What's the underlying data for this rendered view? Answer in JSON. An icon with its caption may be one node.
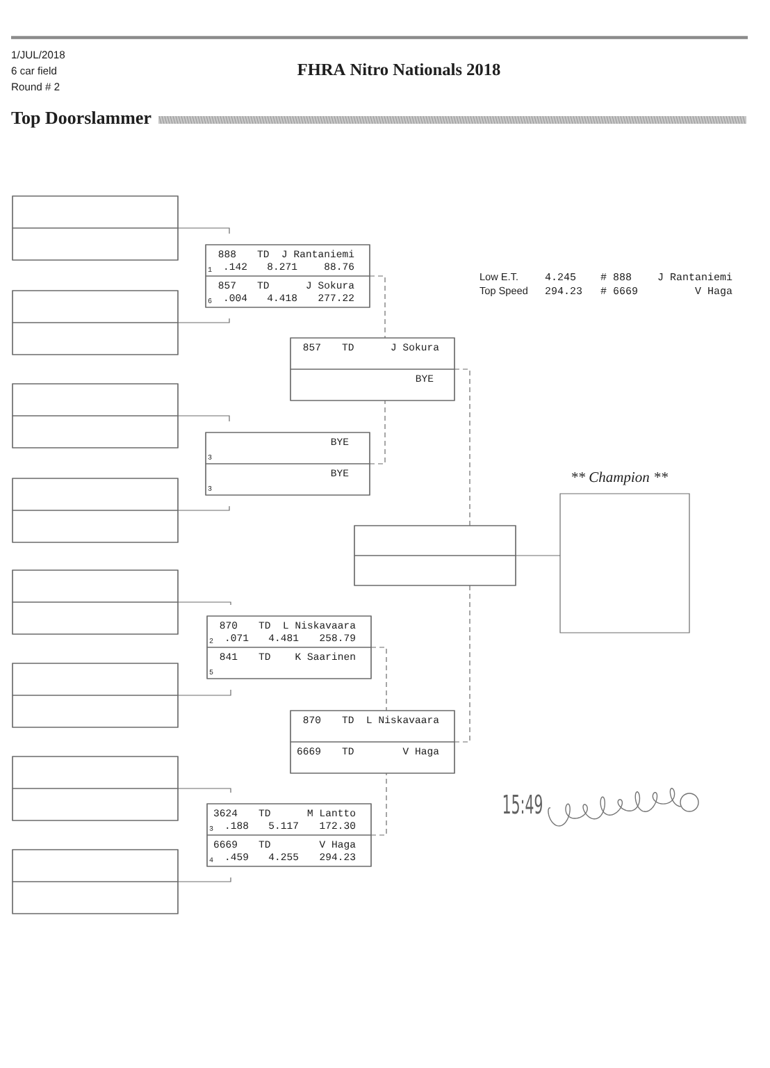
{
  "diagram": {
    "title": "FHRA Nitro Nationals 2018",
    "nodes": [
      {
        "text": [],
        "shape": "box"
      },
      {
        "text": [],
        "shape": "box",
        "in": 0
      },
      {
        "text": [],
        "shape": "box",
        "in": 0
      },
      {
        "text": [],
        "shape": "box"
      },
      {
        "text": [],
        "shape": "box",
        "in": 3
      },
      {
        "text": [],
        "shape": "box",
        "in": 3
      },
      {
        "text": [],
        "shape": "box"
      },
      {
        "text": [],
        "shape": "box",
        "in": 6
      },
      {
        "text": [],
        "shape": "box",
        "in": 6
      },
      {
        "text": [],
        "shape": "box"
      },
      {
        "text": [],
        "shape": "box",
        "in": 9
      },
      {
        "text": [],
        "shape": "box",
        "in": 9
      },
      {
        "text": [],
        "shape": "box"
      },
      {
        "text": [],
        "shape": "box",
        "in": 12
      },
      {
        "text": [],
        "shape": "box",
        "in": 12
      },
      {
        "text": [],
        "shape": "box"
      },
      {
        "text": [],
        "shape": "box",
        "in": 15
      },
      {
        "text": [],
        "shape": "box",
        "in": 15
      },
      {
        "text": [],
        "shape": "box"
      },
      {
        "text": [],
        "shape": "box",
        "in": 18
      },
      {
        "text": [],
        "shape": "box",
        "in": 18
      },
      {
        "text": [],
        "shape": "box"
      },
      {
        "text": [],
        "shape": "box",
        "in": 21
      },
      {
        "text": [],
        "shape": "box",
        "in": 21
      },
      {
        "text": [],
        "shape": "box"
      },
      {
        "text": [
          "888",
          "TD",
          "J Rantaniemi",
          "1",
          ".142",
          "8.271",
          "88.76"
        ],
        "in": 24
      },
      {
        "text": [
          "857",
          "TD",
          "J Sokura",
          "6",
          ".004",
          "4.418",
          "277.22"
        ],
        "in": 24
      },
      {
        "text": [],
        "shape": "box"
      },
      {
        "text": [
          "BYE",
          "3"
        ],
        "in": 27
      },
      {
        "text": [
          "BYE",
          "3"
        ],
        "in": 27
      },
      {
        "text": [],
        "shape": "box"
      },
      {
        "text": [
          "870",
          "TD",
          "L Niskavaara",
          "2",
          ".071",
          "4.481",
          "258.79"
        ],
        "in": 30
      },
      {
        "text": [
          "841",
          "TD",
          "K Saarinen",
          "5"
        ],
        "in": 30
      },
      {
        "text": [],
        "shape": "box"
      },
      {
        "text": [
          "3624",
          "TD",
          "M Lantto",
          "3",
          ".188",
          "5.117",
          "172.30"
        ],
        "in": 33
      },
      {
        "text": [
          "6669",
          "TD",
          "V Haga",
          "4",
          ".459",
          "4.255",
          "294.23"
        ],
        "in": 33
      },
      {
        "text": [],
        "shape": "box"
      },
      {
        "text": [
          "857",
          "TD",
          "J Sokura"
        ],
        "in": 36
      },
      {
        "text": [
          "BYE"
        ],
        "in": 36
      },
      {
        "text": [],
        "shape": "box"
      },
      {
        "text": [
          "870",
          "TD",
          "L Niskavaara"
        ],
        "in": 39
      },
      {
        "text": [
          "6669",
          "TD",
          "V Haga"
        ],
        "in": 39
      },
      {
        "text": [],
        "shape": "box"
      },
      {
        "text": [],
        "shape": "box",
        "in": 42
      },
      {
        "text": [],
        "shape": "box",
        "in": 42
      },
      {
        "text": [
          "** Champion **"
        ]
      }
    ],
    "edges": [
      {
        "from": 0,
        "to": 25,
        "arrow": "none"
      },
      {
        "from": 3,
        "to": 26,
        "arrow": "none"
      },
      {
        "from": 6,
        "to": 28,
        "arrow": "none"
      },
      {
        "from": 9,
        "to": 29,
        "arrow": "none"
      },
      {
        "from": 12,
        "to": 31,
        "arrow": "none"
      },
      {
        "from": 15,
        "to": 32,
        "arrow": "none"
      },
      {
        "from": 18,
        "to": 34,
        "arrow": "none"
      },
      {
        "from": 21,
        "to": 35,
        "arrow": "none"
      },
      {
        "from": 24,
        "to": 36,
        "arrow": "none",
        "style": "dashed"
      },
      {
        "from": 27,
        "to": 36,
        "arrow": "none",
        "style": "dashed"
      },
      {
        "from": 30,
        "to": 39,
        "arrow": "none",
        "style": "dashed"
      },
      {
        "from": 33,
        "to": 39,
        "arrow": "none",
        "style": "dashed"
      },
      {
        "from": 36,
        "to": 42,
        "arrow": "none",
        "style": "dashed"
      },
      {
        "from": 39,
        "to": 42,
        "arrow": "none",
        "style": "dashed"
      },
      {
        "from": 42,
        "to": 45,
        "arrow": "none"
      }
    ],
    "labels": [
      "1/JUL/2018",
      "6 car field",
      "Round # 2",
      "Top Doorslammer",
      "Low E.T.",
      "4.245",
      "# 888",
      "J Rantaniemi",
      "Top Speed",
      "294.23",
      "# 6669",
      "V Haga",
      "15:49"
    ]
  }
}
